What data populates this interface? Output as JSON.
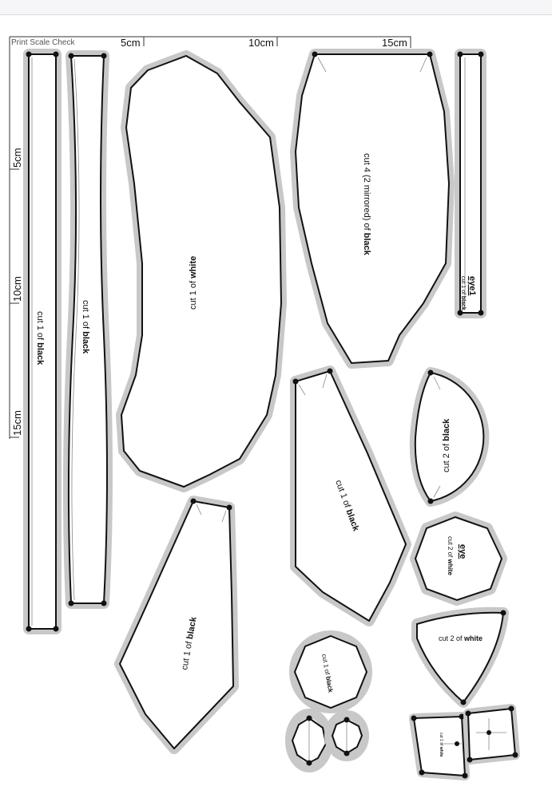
{
  "sheet": {
    "scale_check": {
      "title": "Print Scale Check",
      "h_marks": [
        "5cm",
        "10cm",
        "15cm"
      ],
      "v_marks": [
        "5cm",
        "10cm",
        "15cm"
      ]
    },
    "pieces": [
      {
        "id": "tall-strip",
        "prefix": "cut 1 of ",
        "material": "black"
      },
      {
        "id": "wavy-strip",
        "prefix": "cut 1 of ",
        "material": "black"
      },
      {
        "id": "kidney",
        "prefix": "cut 1 of ",
        "material": "white"
      },
      {
        "id": "wing",
        "prefix": "cut 4 (2 mirrored) of ",
        "material": "black"
      },
      {
        "id": "narrow-strip",
        "name": "eye1",
        "prefix": "cut 1 of ",
        "material": "black"
      },
      {
        "id": "shard-middle",
        "prefix": "cut 1 of ",
        "material": "black"
      },
      {
        "id": "half-disc",
        "prefix": "cut 2 of ",
        "material": "black"
      },
      {
        "id": "eye-circle",
        "name": "eye",
        "prefix": "cut 2 of ",
        "material": "white"
      },
      {
        "id": "shard-bottom",
        "prefix": "cut 1 of ",
        "material": "black"
      },
      {
        "id": "small-circle",
        "prefix": "cut 1 of ",
        "material": "black"
      },
      {
        "id": "teardrop",
        "prefix": "cut 2 of ",
        "material": "white"
      },
      {
        "id": "small-quad",
        "prefix": "cut 1 of ",
        "material": "white"
      }
    ]
  }
}
